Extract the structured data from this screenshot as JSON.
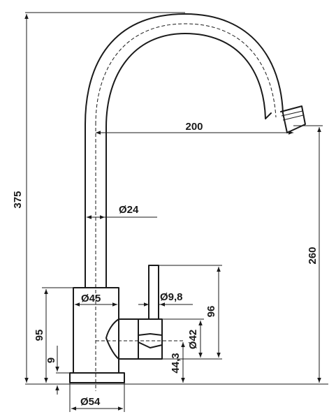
{
  "dimensions": {
    "overall_height": "375",
    "spout_reach": "200",
    "spout_height": "260",
    "pipe_diameter": "Ø24",
    "body_diameter": "Ø45",
    "lever_diameter": "Ø9,8",
    "lever_height": "96",
    "cartridge_diameter": "Ø42",
    "lever_axis_height": "44,3",
    "body_height": "95",
    "base_thickness": "9",
    "base_diameter": "Ø54"
  }
}
